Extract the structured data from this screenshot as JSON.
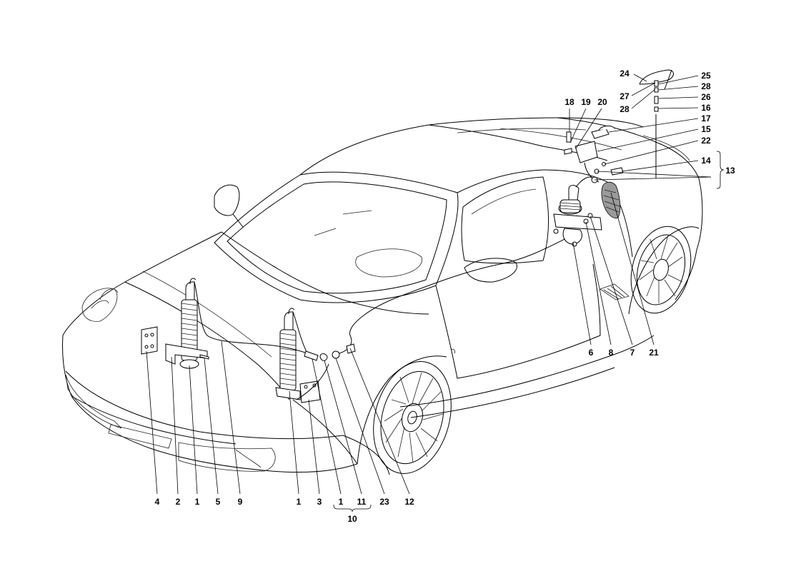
{
  "labels": {
    "l4": "4",
    "l2": "2",
    "l1a": "1",
    "l5": "5",
    "l9": "9",
    "l1b": "1",
    "l3": "3",
    "l11": "11",
    "l23": "23",
    "l12": "12",
    "l10": "10",
    "l6": "6",
    "l8": "8",
    "l7": "7",
    "l21": "21",
    "l18": "18",
    "l19": "19",
    "l20": "20",
    "l24": "24",
    "l27": "27",
    "l28a": "28",
    "l25": "25",
    "l28b": "28",
    "l26": "26",
    "l16": "16",
    "l17": "17",
    "l15": "15",
    "l22": "22",
    "l14": "14",
    "l13": "13"
  }
}
